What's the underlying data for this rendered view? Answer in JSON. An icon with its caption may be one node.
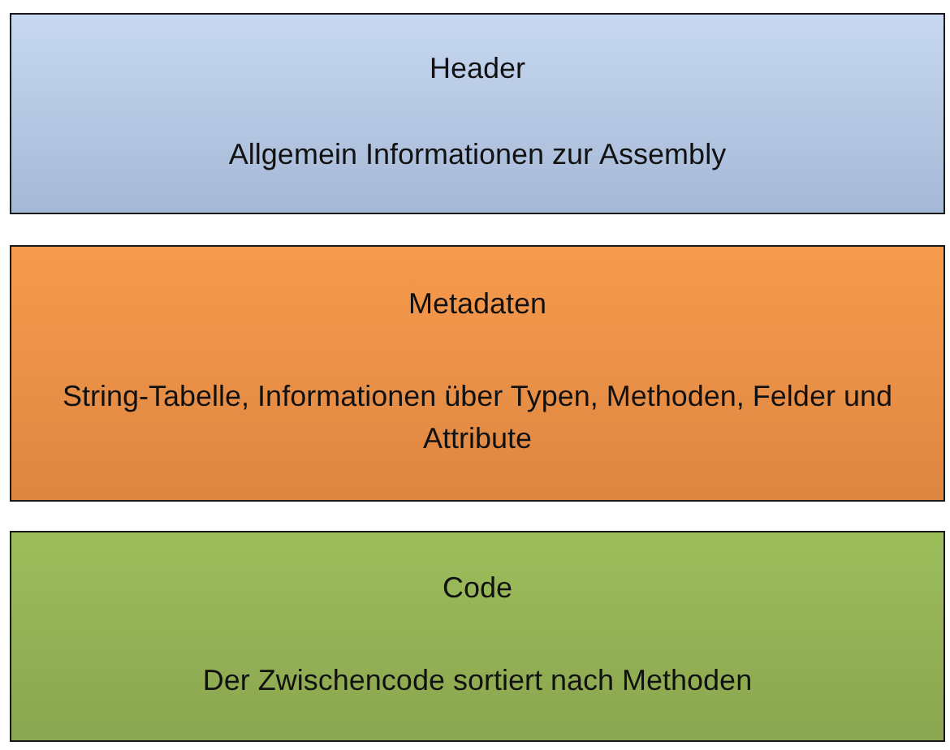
{
  "diagram": {
    "nodes": [
      {
        "text": [
          "Header",
          "Allgemein Informationen zur Assembly"
        ]
      },
      {
        "text": [
          "Metadaten",
          "String-Tabelle, Informationen über Typen, Methoden, Felder und Attribute"
        ]
      },
      {
        "text": [
          "Code",
          "Der Zwischencode sortiert nach Methoden"
        ]
      }
    ]
  }
}
